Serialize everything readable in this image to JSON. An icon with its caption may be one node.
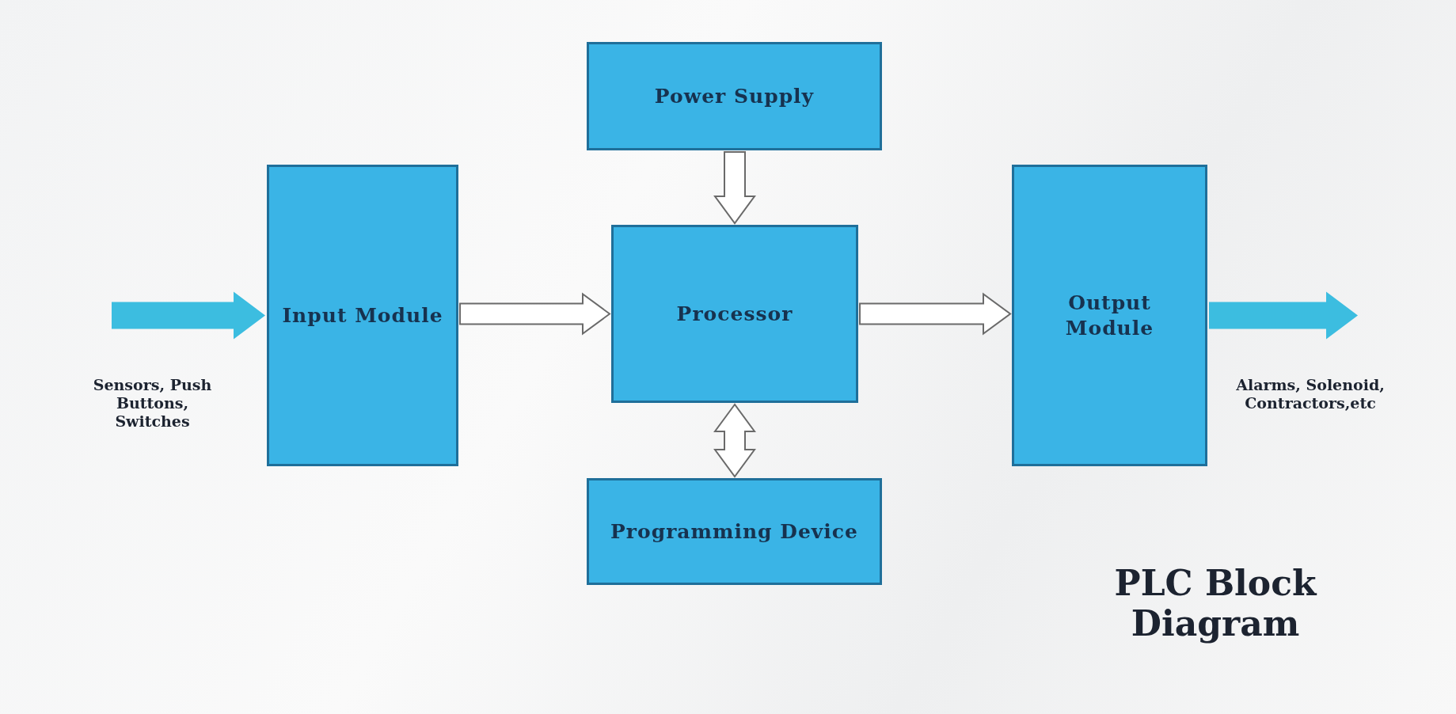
{
  "diagram": {
    "title": "PLC Block Diagram",
    "nodes": [
      {
        "text": [
          "Power Supply"
        ]
      },
      {
        "text": [
          "Input Module"
        ]
      },
      {
        "text": [
          "Processor"
        ]
      },
      {
        "text": [
          "Output Module"
        ]
      },
      {
        "text": [
          "Programming Device"
        ]
      }
    ],
    "edges": [
      {
        "from": null,
        "to": 1,
        "arrow": "to",
        "style": "thick",
        "color": "#3cbde0"
      },
      {
        "from": 1,
        "to": 2,
        "arrow": "to"
      },
      {
        "from": 0,
        "to": 2,
        "arrow": "to"
      },
      {
        "from": 2,
        "to": 3,
        "arrow": "to"
      },
      {
        "from": 2,
        "to": 4,
        "arrow": "both"
      },
      {
        "from": 3,
        "to": null,
        "arrow": "to",
        "style": "thick",
        "color": "#3cbde0"
      }
    ],
    "labels": [
      "Sensors, Push Buttons, Switches",
      "Alarms, Solenoid, Contractors,etc"
    ]
  }
}
